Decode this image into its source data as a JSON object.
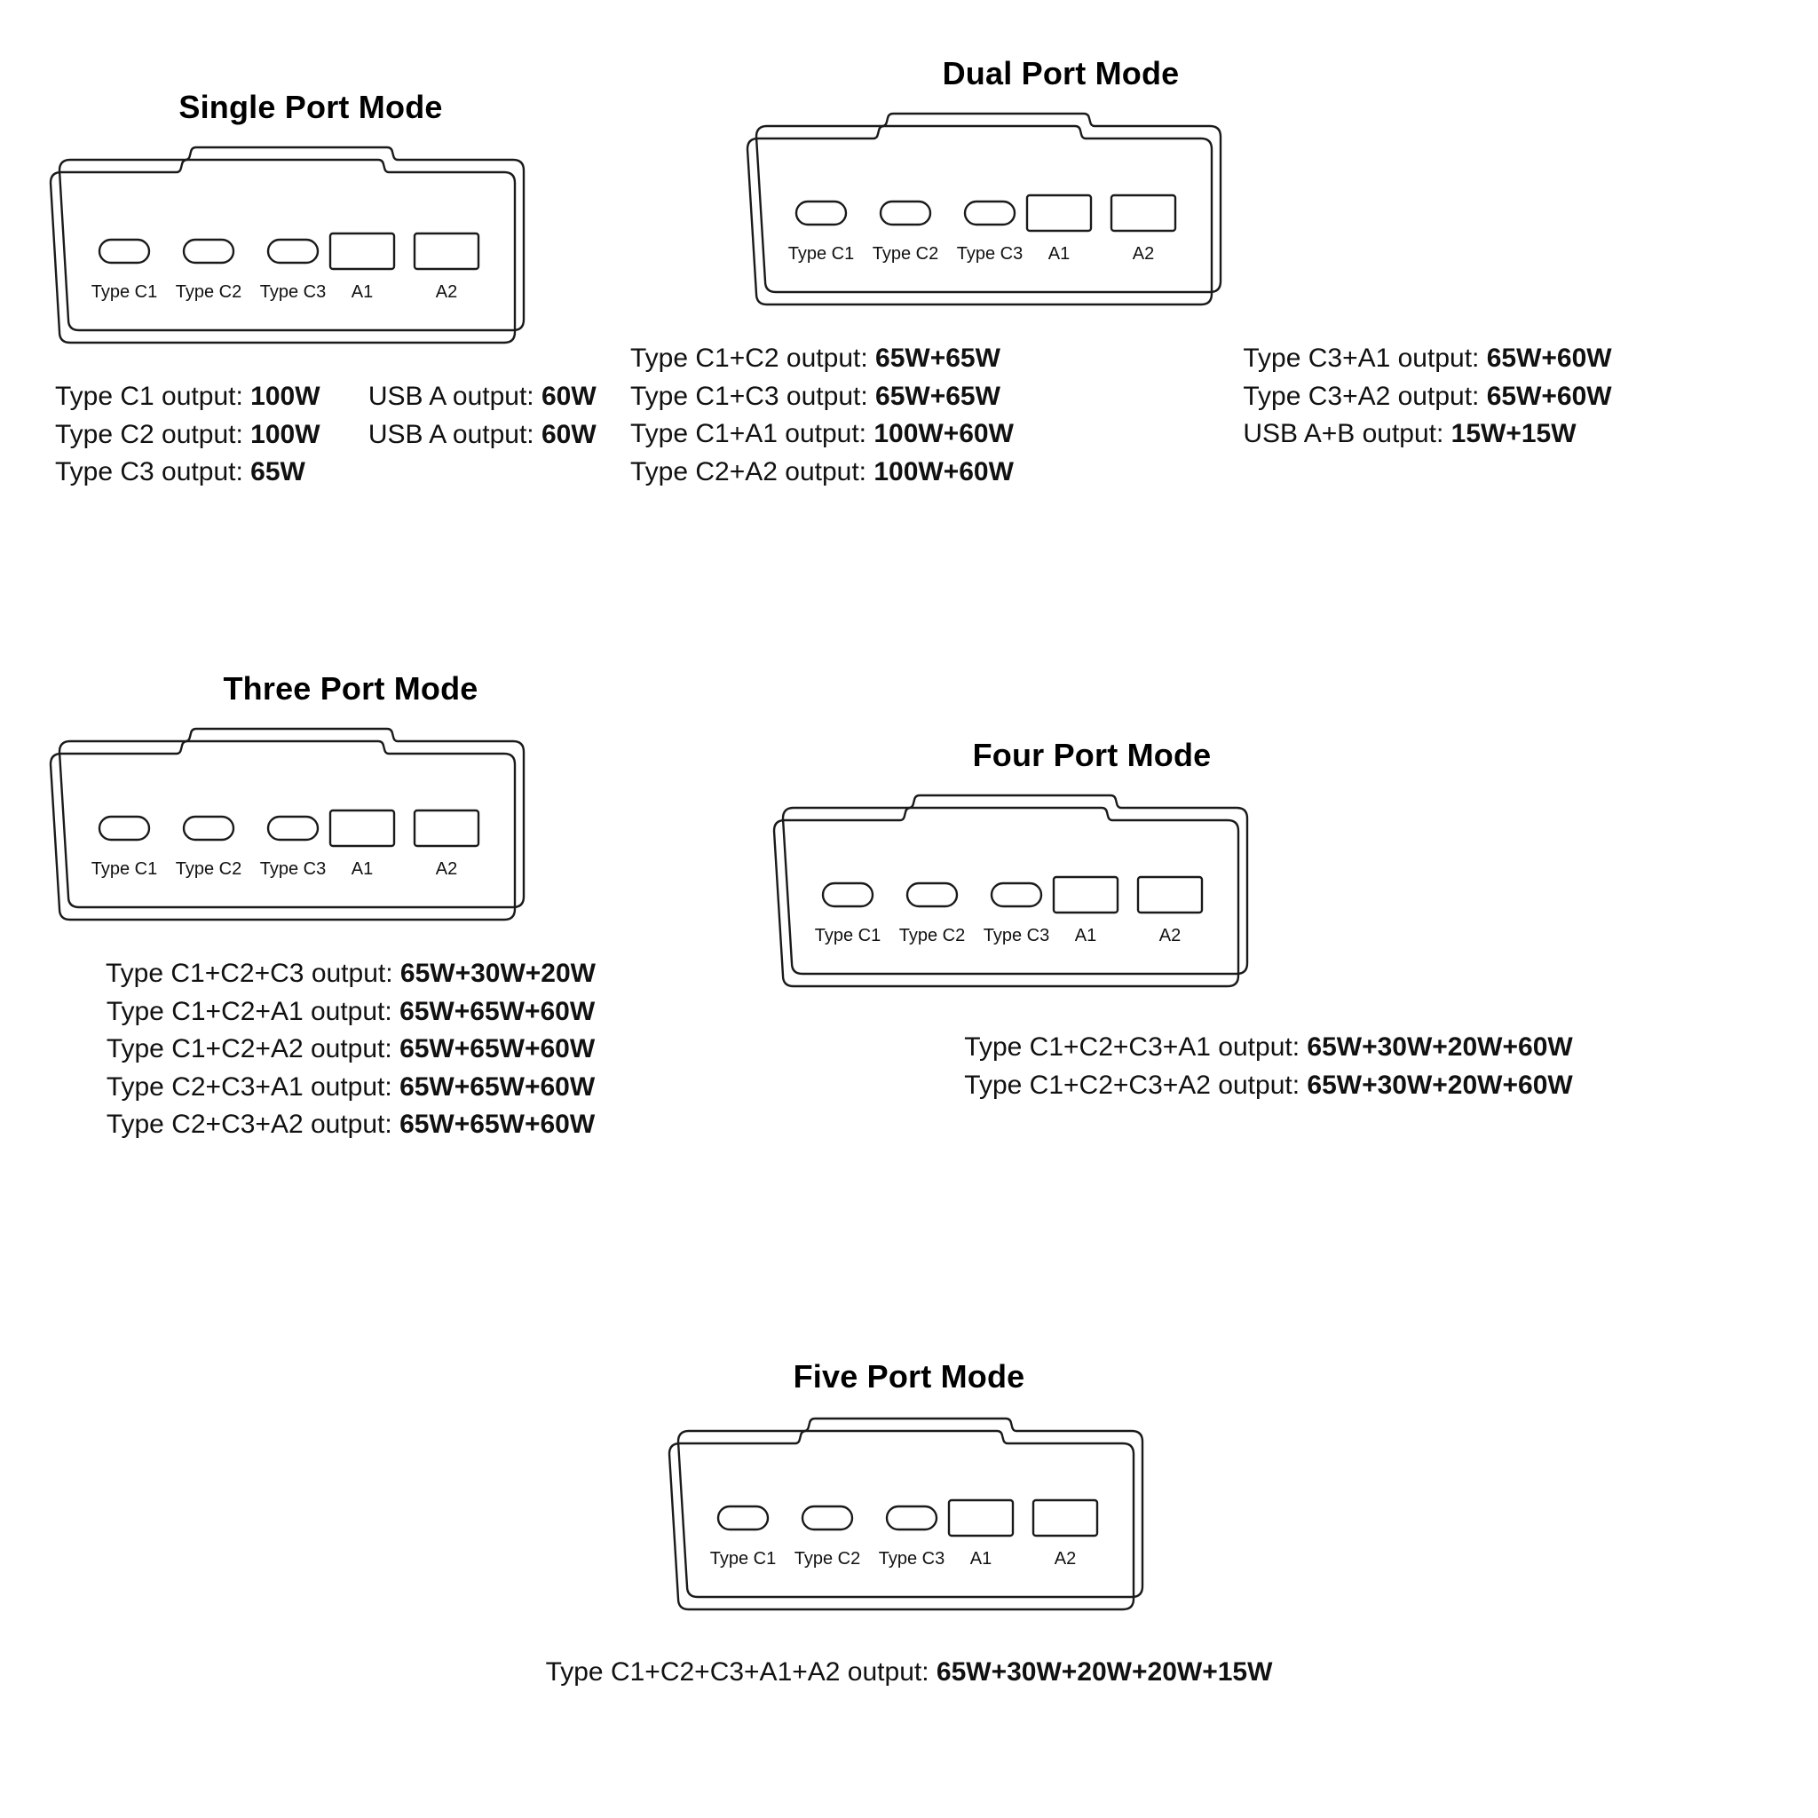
{
  "port_labels": [
    "Type C1",
    "Type C2",
    "Type C3",
    "A1",
    "A2"
  ],
  "sections": {
    "single": {
      "title": "Single Port Mode",
      "specs_left": [
        {
          "label": "Type C1 output: ",
          "value": "100W"
        },
        {
          "label": "Type C2 output: ",
          "value": "100W"
        },
        {
          "label": "Type C3 output: ",
          "value": "65W"
        }
      ],
      "specs_right": [
        {
          "label": "USB A output: ",
          "value": "60W"
        },
        {
          "label": "USB A output: ",
          "value": "60W"
        }
      ]
    },
    "dual": {
      "title": "Dual Port Mode",
      "specs_left": [
        {
          "label": "Type C1+C2 output: ",
          "value": "65W+65W"
        },
        {
          "label": "Type C1+C3 output: ",
          "value": "65W+65W"
        },
        {
          "label": "Type C1+A1 output: ",
          "value": "100W+60W"
        },
        {
          "label": "Type C2+A2 output: ",
          "value": "100W+60W"
        }
      ],
      "specs_right": [
        {
          "label": "Type C3+A1 output: ",
          "value": "65W+60W"
        },
        {
          "label": "Type C3+A2 output: ",
          "value": "65W+60W"
        },
        {
          "label": "USB A+B output: ",
          "value": "15W+15W"
        }
      ]
    },
    "three": {
      "title": "Three Port Mode",
      "specs": [
        {
          "label": "Type C1+C2+C3 output: ",
          "value": "65W+30W+20W"
        },
        {
          "label": "Type C1+C2+A1 output: ",
          "value": "65W+65W+60W"
        },
        {
          "label": "Type C1+C2+A2 output: ",
          "value": "65W+65W+60W"
        },
        {
          "label": "Type C2+C3+A1 output: ",
          "value": "65W+65W+60W"
        },
        {
          "label": "Type C2+C3+A2 output: ",
          "value": "65W+65W+60W"
        }
      ]
    },
    "four": {
      "title": "Four Port Mode",
      "specs": [
        {
          "label": "Type C1+C2+C3+A1 output: ",
          "value": "65W+30W+20W+60W"
        },
        {
          "label": "Type C1+C2+C3+A2 output: ",
          "value": "65W+30W+20W+60W"
        }
      ]
    },
    "five": {
      "title": "Five Port Mode",
      "specs": [
        {
          "label": "Type C1+C2+C3+A1+A2 output: ",
          "value": "65W+30W+20W+20W+15W"
        }
      ]
    }
  }
}
